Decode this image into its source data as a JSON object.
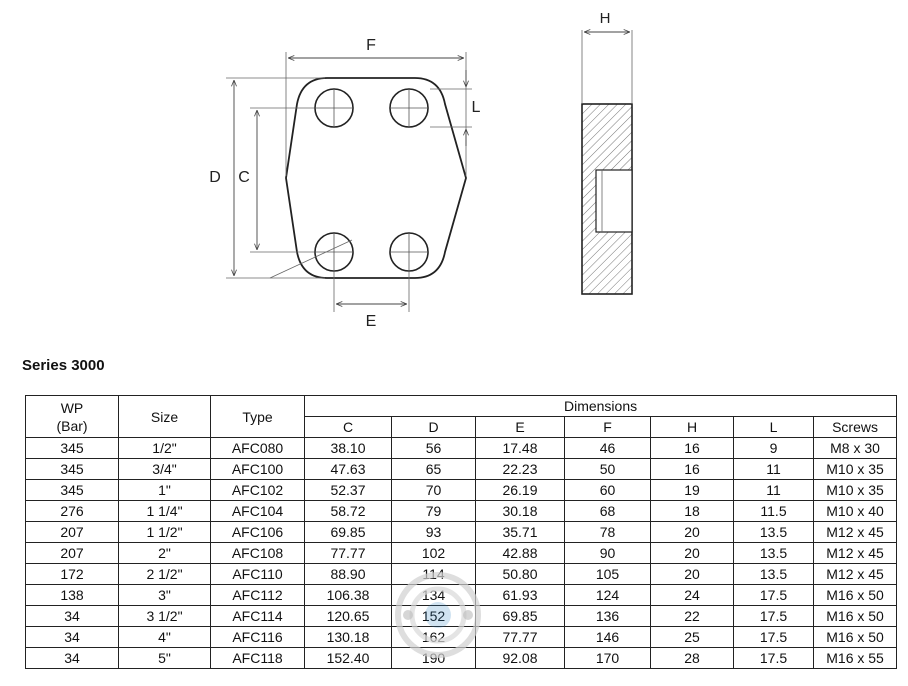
{
  "drawing": {
    "labels": {
      "F": "F",
      "D": "D",
      "C": "C",
      "E": "E",
      "L": "L",
      "H": "H"
    }
  },
  "heading": "Series 3000",
  "table": {
    "header": {
      "wp_line1": "WP",
      "wp_line2": "(Bar)",
      "size": "Size",
      "type": "Type",
      "dimensions": "Dimensions",
      "dim_cols": [
        "C",
        "D",
        "E",
        "F",
        "H",
        "L",
        "Screws"
      ]
    },
    "rows": [
      [
        "345",
        "1/2\"",
        "AFC080",
        "38.10",
        "56",
        "17.48",
        "46",
        "16",
        "9",
        "M8 x 30"
      ],
      [
        "345",
        "3/4\"",
        "AFC100",
        "47.63",
        "65",
        "22.23",
        "50",
        "16",
        "11",
        "M10 x 35"
      ],
      [
        "345",
        "1\"",
        "AFC102",
        "52.37",
        "70",
        "26.19",
        "60",
        "19",
        "11",
        "M10 x 35"
      ],
      [
        "276",
        "1 1/4\"",
        "AFC104",
        "58.72",
        "79",
        "30.18",
        "68",
        "18",
        "11.5",
        "M10 x 40"
      ],
      [
        "207",
        "1 1/2\"",
        "AFC106",
        "69.85",
        "93",
        "35.71",
        "78",
        "20",
        "13.5",
        "M12 x 45"
      ],
      [
        "207",
        "2\"",
        "AFC108",
        "77.77",
        "102",
        "42.88",
        "90",
        "20",
        "13.5",
        "M12 x 45"
      ],
      [
        "172",
        "2 1/2\"",
        "AFC110",
        "88.90",
        "114",
        "50.80",
        "105",
        "20",
        "13.5",
        "M12 x 45"
      ],
      [
        "138",
        "3\"",
        "AFC112",
        "106.38",
        "134",
        "61.93",
        "124",
        "24",
        "17.5",
        "M16 x 50"
      ],
      [
        "34",
        "3 1/2\"",
        "AFC114",
        "120.65",
        "152",
        "69.85",
        "136",
        "22",
        "17.5",
        "M16 x 50"
      ],
      [
        "34",
        "4\"",
        "AFC116",
        "130.18",
        "162",
        "77.77",
        "146",
        "25",
        "17.5",
        "M16 x 50"
      ],
      [
        "34",
        "5\"",
        "AFC118",
        "152.40",
        "190",
        "92.08",
        "170",
        "28",
        "17.5",
        "M16 x 55"
      ]
    ]
  }
}
